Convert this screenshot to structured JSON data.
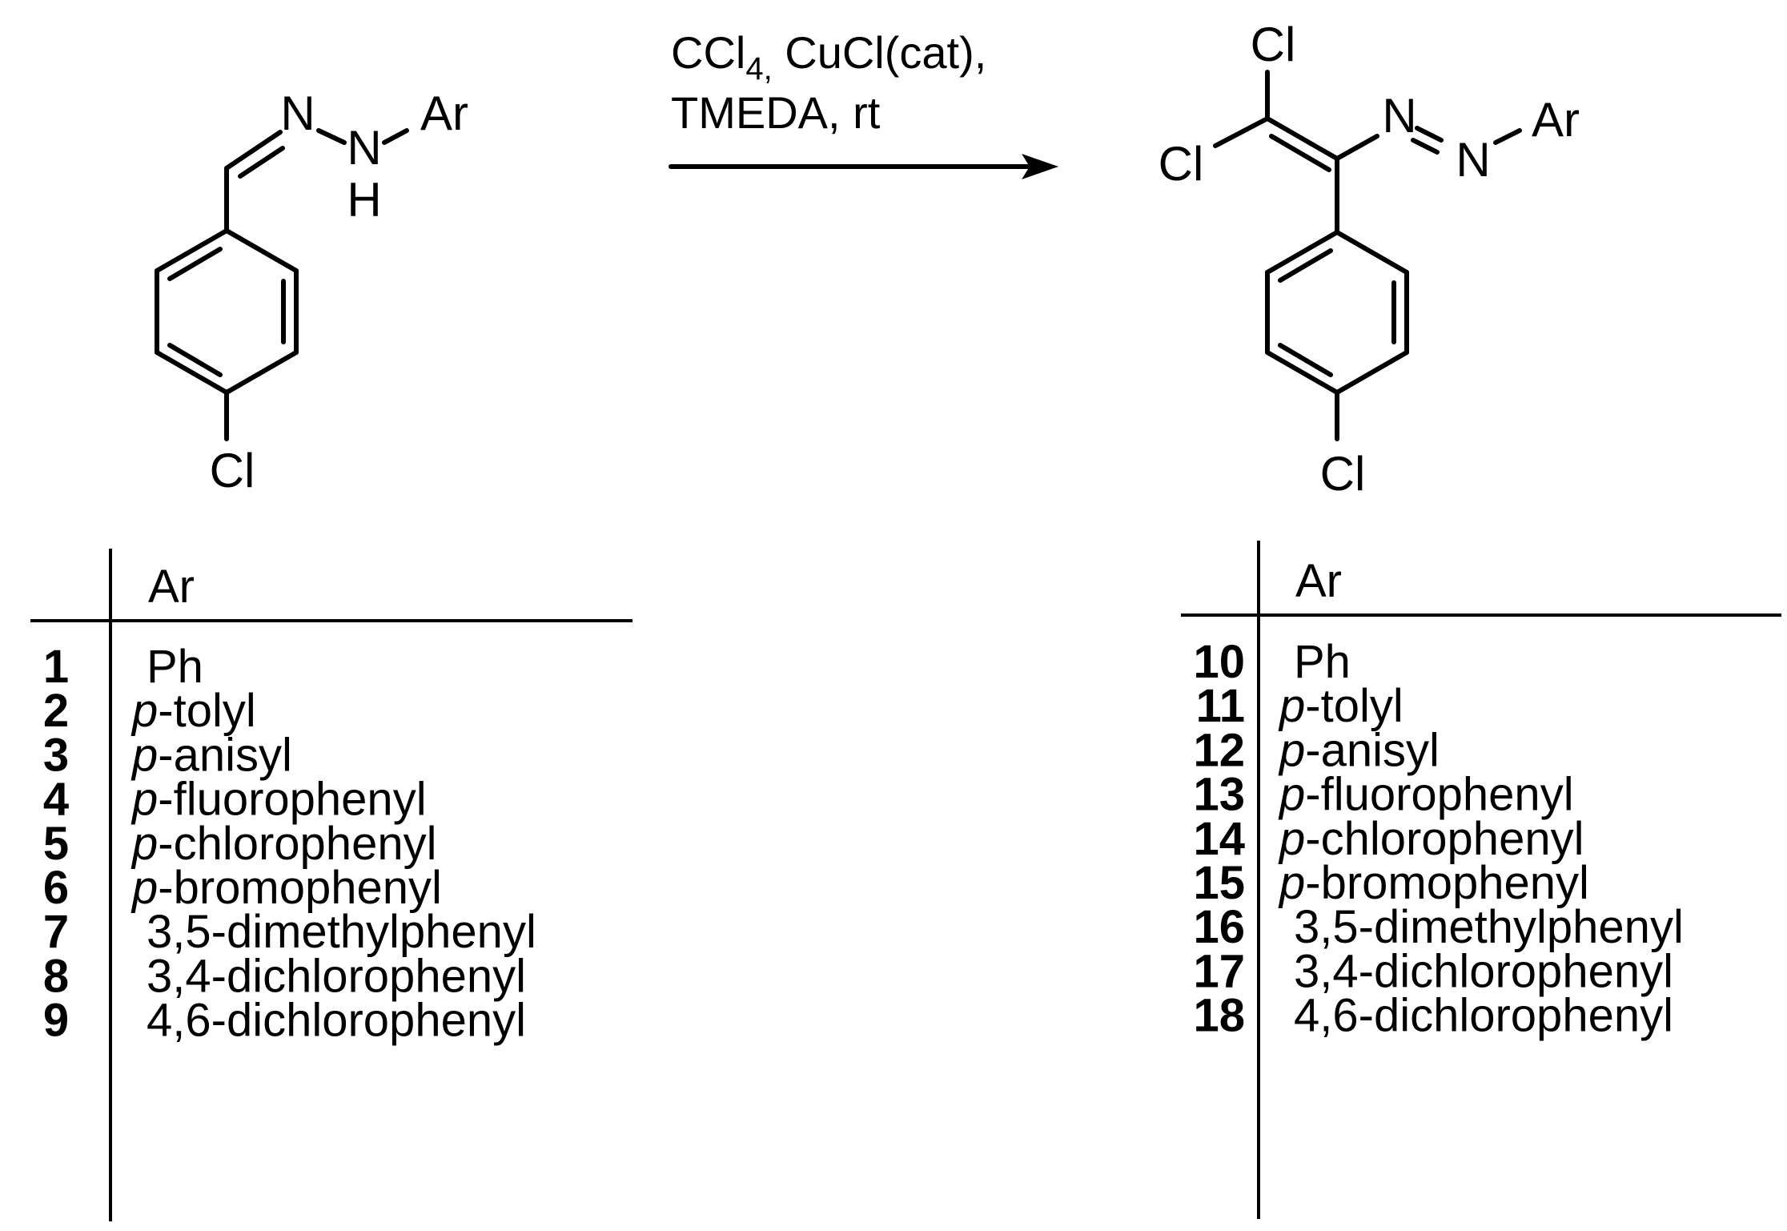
{
  "reaction": {
    "conditions_line1_a": "CCl",
    "conditions_line1_sub": "4,",
    "conditions_line1_b": " CuCl(cat),",
    "conditions_line2": "TMEDA, rt"
  },
  "reactant": {
    "n1": "N",
    "n2": "N",
    "h": "H",
    "ar": "Ar",
    "cl": "Cl"
  },
  "product": {
    "cl_top": "Cl",
    "cl_left": "Cl",
    "n1": "N",
    "n2": "N",
    "ar": "Ar",
    "cl": "Cl"
  },
  "table_left": {
    "header": "Ar",
    "rows": [
      {
        "num": "1",
        "prefix": "",
        "name": "Ph"
      },
      {
        "num": "2",
        "prefix": "p",
        "name": "-tolyl"
      },
      {
        "num": "3",
        "prefix": "p",
        "name": "-anisyl"
      },
      {
        "num": "4",
        "prefix": "p",
        "name": "-fluorophenyl"
      },
      {
        "num": "5",
        "prefix": "p",
        "name": "-chlorophenyl"
      },
      {
        "num": "6",
        "prefix": "p",
        "name": "-bromophenyl"
      },
      {
        "num": "7",
        "prefix": "",
        "name": "3,5-dimethylphenyl"
      },
      {
        "num": "8",
        "prefix": "",
        "name": "3,4-dichlorophenyl"
      },
      {
        "num": "9",
        "prefix": "",
        "name": "4,6-dichlorophenyl"
      }
    ]
  },
  "table_right": {
    "header": "Ar",
    "rows": [
      {
        "num": "10",
        "prefix": "",
        "name": "Ph"
      },
      {
        "num": "11",
        "prefix": "p",
        "name": "-tolyl"
      },
      {
        "num": "12",
        "prefix": "p",
        "name": "-anisyl"
      },
      {
        "num": "13",
        "prefix": "p",
        "name": "-fluorophenyl"
      },
      {
        "num": "14",
        "prefix": "p",
        "name": "-chlorophenyl"
      },
      {
        "num": "15",
        "prefix": "p",
        "name": "-bromophenyl"
      },
      {
        "num": "16",
        "prefix": "",
        "name": "3,5-dimethylphenyl"
      },
      {
        "num": "17",
        "prefix": "",
        "name": "3,4-dichlorophenyl"
      },
      {
        "num": "18",
        "prefix": "",
        "name": "4,6-dichlorophenyl"
      }
    ]
  }
}
